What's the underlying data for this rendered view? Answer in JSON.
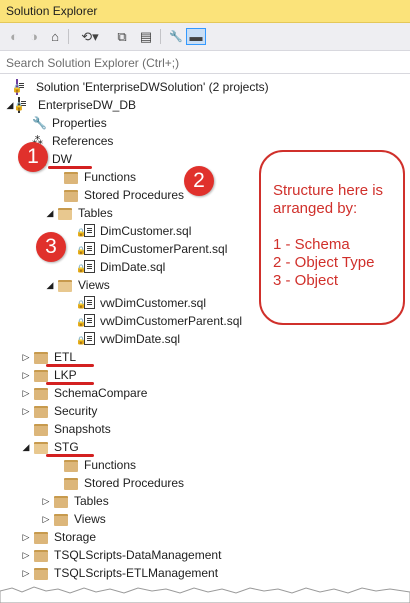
{
  "titlebar": {
    "title": "Solution Explorer"
  },
  "toolbar": {
    "buttons": [
      {
        "name": "back-icon",
        "glyph": "◐"
      },
      {
        "name": "forward-icon",
        "glyph": "◑"
      },
      {
        "name": "home-icon",
        "glyph": "⌂"
      },
      {
        "name": "history-icon",
        "glyph": "⟲▾"
      },
      {
        "name": "sync-icon",
        "glyph": "⧉"
      },
      {
        "name": "collapse-icon",
        "glyph": "▤"
      },
      {
        "name": "properties-icon",
        "glyph": "🔧"
      },
      {
        "name": "preview-icon",
        "glyph": "▬"
      }
    ]
  },
  "search": {
    "placeholder": "Search Solution Explorer (Ctrl+;)"
  },
  "tree": {
    "solution": "Solution 'EnterpriseDWSolution' (2 projects)",
    "project": "EnterpriseDW_DB",
    "properties": "Properties",
    "references": "References",
    "dw": "DW",
    "functions": "Functions",
    "stored_procedures": "Stored Procedures",
    "tables": "Tables",
    "dimcustomer": "DimCustomer.sql",
    "dimcustomerparent": "DimCustomerParent.sql",
    "dimdate": "DimDate.sql",
    "views": "Views",
    "vwdimcustomer": "vwDimCustomer.sql",
    "vwdimcustomerparent": "vwDimCustomerParent.sql",
    "vwdimdate": "vwDimDate.sql",
    "etl": "ETL",
    "lkp": "LKP",
    "schemacompare": "SchemaCompare",
    "security": "Security",
    "snapshots": "Snapshots",
    "stg": "STG",
    "stg_functions": "Functions",
    "stg_stored_procedures": "Stored Procedures",
    "stg_tables": "Tables",
    "stg_views": "Views",
    "storage": "Storage",
    "tsql_datamanagement": "TSQLScripts-DataManagement",
    "tsql_etlmanagement": "TSQLScripts-ETLManagement"
  },
  "annotations": {
    "circle1": "1",
    "circle2": "2",
    "circle3": "3",
    "note_lines": [
      "Structure here is",
      "arranged by:",
      "",
      "1 - Schema",
      "2 - Object Type",
      "3 - Object"
    ],
    "accent_color": "#d0302b"
  }
}
